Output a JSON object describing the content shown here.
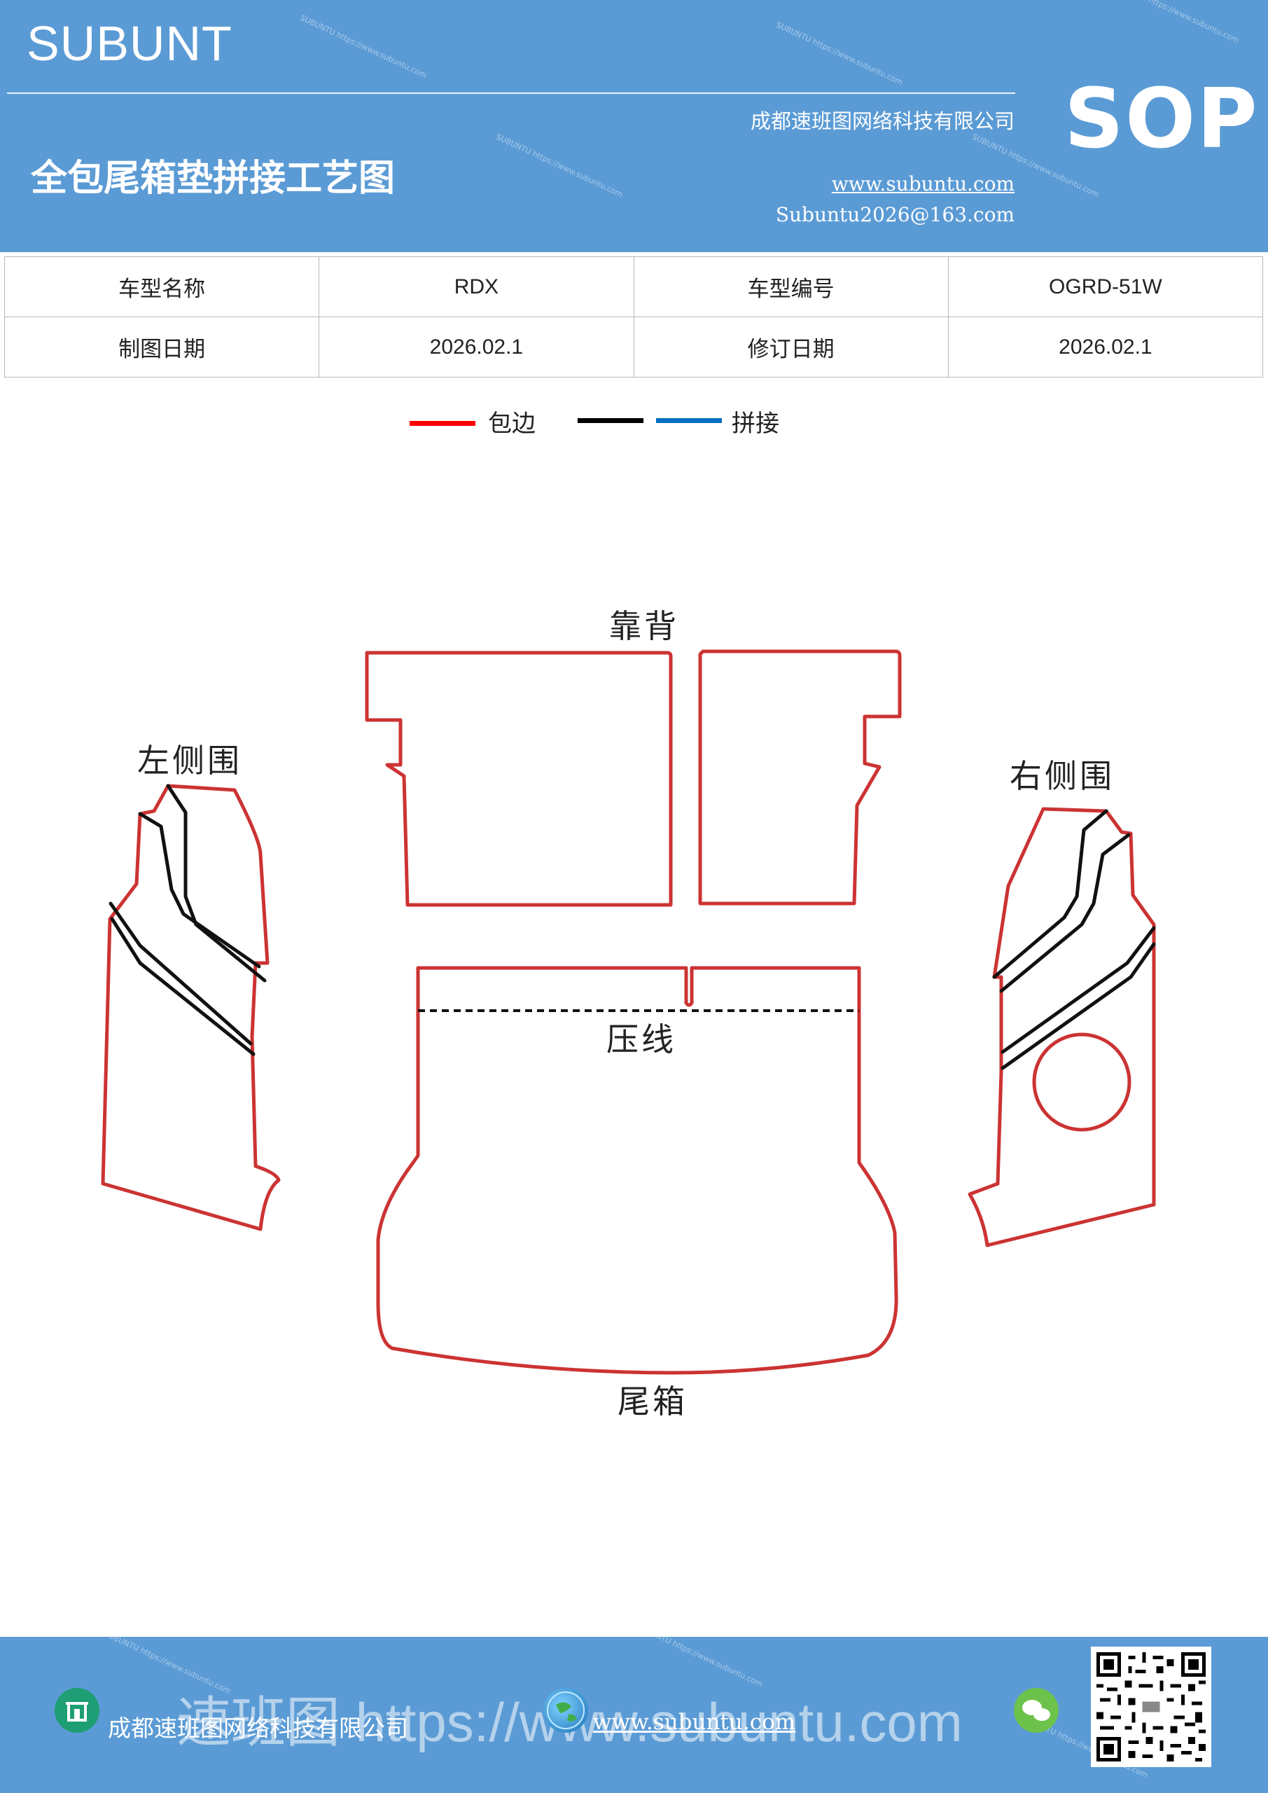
{
  "header": {
    "brand": "SUBUNT",
    "badge": "SOP",
    "company": "成都速班图网络科技有限公司",
    "title": "全包尾箱垫拼接工艺图",
    "website": "www.subuntu.com",
    "email": "Subuntu2026@163.com"
  },
  "info_table": {
    "rows": [
      {
        "label1": "车型名称",
        "value1": "RDX",
        "label2": "车型编号",
        "value2": "OGRD-51W"
      },
      {
        "label1": "制图日期",
        "value1": "2026.02.1",
        "label2": "修订日期",
        "value2": "2026.02.1"
      }
    ]
  },
  "legend": {
    "items": [
      {
        "label": "包边",
        "color": "#ff0000"
      },
      {
        "label": "",
        "color": "#000000"
      },
      {
        "label": "拼接",
        "color": "#0070c0"
      }
    ]
  },
  "diagram": {
    "labels": {
      "backrest": "靠背",
      "left_side": "左侧围",
      "right_side": "右侧围",
      "press_line": "压线",
      "trunk": "尾箱"
    },
    "colors": {
      "edge": "#cc3333",
      "seam": "#111111"
    }
  },
  "footer": {
    "company": "成都速班图网络科技有限公司",
    "website": "www.subuntu.com",
    "watermark": "速班图 https://www.subuntu.com"
  }
}
